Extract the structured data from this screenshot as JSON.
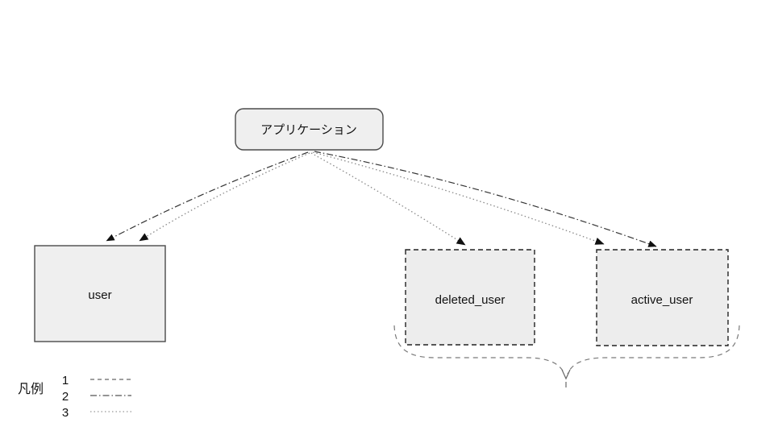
{
  "diagram": {
    "background": "#ffffff",
    "nodes": {
      "application": {
        "label": "アプリケーション",
        "shape": "rounded-rect",
        "border": "solid"
      },
      "user": {
        "label": "user",
        "shape": "rect",
        "border": "solid"
      },
      "deleted_user": {
        "label": "deleted_user",
        "shape": "rect",
        "border": "dashed"
      },
      "active_user": {
        "label": "active_user",
        "shape": "rect",
        "border": "dashed"
      }
    },
    "edges": [
      {
        "from": "application",
        "to": "user",
        "style": "dash-dot",
        "legend_ref": "2"
      },
      {
        "from": "application",
        "to": "user",
        "style": "dotted",
        "legend_ref": "3"
      },
      {
        "from": "application",
        "to": "deleted_user",
        "style": "dotted",
        "legend_ref": "3"
      },
      {
        "from": "application",
        "to": "active_user",
        "style": "dotted",
        "legend_ref": "3"
      },
      {
        "from": "application",
        "to": "active_user",
        "style": "dash-dot",
        "legend_ref": "2"
      }
    ],
    "grouping": {
      "type": "curly-brace",
      "style": "dashed",
      "spans": [
        "deleted_user",
        "active_user"
      ]
    },
    "legend": {
      "title": "凡例",
      "items": [
        {
          "label": "1",
          "style": "dashed"
        },
        {
          "label": "2",
          "style": "dash-dot"
        },
        {
          "label": "3",
          "style": "dotted"
        }
      ]
    },
    "colors": {
      "node_fill": "#efefef",
      "node_border": "#4a4a4a",
      "dashed_border": "#222222",
      "dash_dot_line": "#333333",
      "dotted_line": "#8a8a8a",
      "brace_line": "#7a7a7a",
      "text": "#111111"
    }
  }
}
